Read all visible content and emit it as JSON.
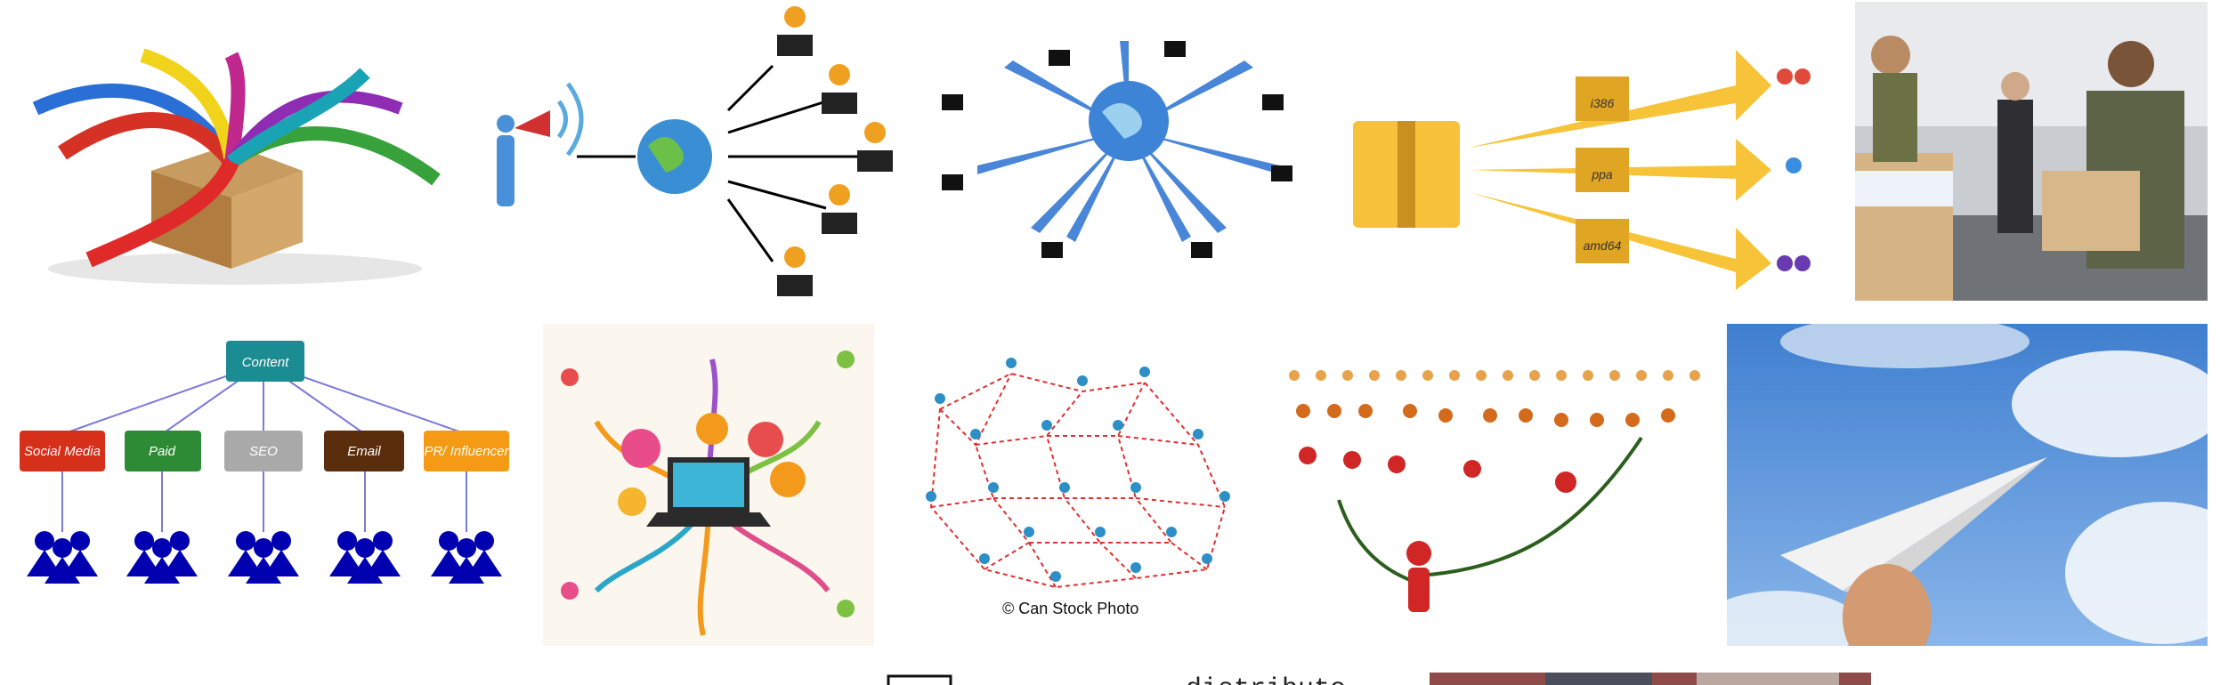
{
  "results": [
    {
      "id": "tile-1"
    },
    {
      "id": "tile-2"
    },
    {
      "id": "tile-3"
    },
    {
      "id": "tile-4"
    },
    {
      "id": "tile-5"
    },
    {
      "id": "tile-6"
    },
    {
      "id": "tile-7"
    },
    {
      "id": "tile-8"
    },
    {
      "id": "tile-9"
    },
    {
      "id": "tile-10"
    }
  ],
  "tile4": {
    "box_labels": [
      "i386",
      "ppa",
      "amd64"
    ]
  },
  "tile6": {
    "root": "Content",
    "children": [
      "Social Media",
      "Paid",
      "SEO",
      "Email",
      "PR/ Influencer"
    ],
    "colors": [
      "#d62f1a",
      "#2e8b35",
      "#a9a9a9",
      "#5a2d0c",
      "#f49a14"
    ],
    "root_color": "#1b8c91"
  },
  "tile8": {
    "watermark": "© Can Stock Photo"
  },
  "partial_row": {
    "text": "distribute"
  }
}
